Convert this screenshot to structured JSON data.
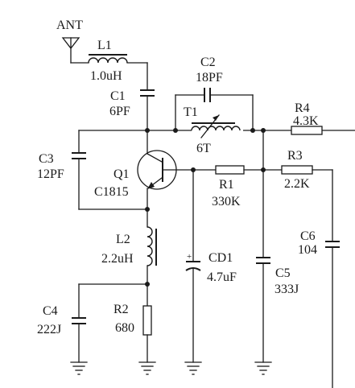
{
  "diagram": {
    "antenna": {
      "name": "ANT"
    },
    "L1": {
      "ref": "L1",
      "value": "1.0uH"
    },
    "C1": {
      "ref": "C1",
      "value": "6PF"
    },
    "C2": {
      "ref": "C2",
      "value": "18PF"
    },
    "T1": {
      "ref": "T1",
      "value": "6T"
    },
    "R4": {
      "ref": "R4",
      "value": "4.3K"
    },
    "R3": {
      "ref": "R3",
      "value": "2.2K"
    },
    "R1": {
      "ref": "R1",
      "value": "330K"
    },
    "C3": {
      "ref": "C3",
      "value": "12PF"
    },
    "Q1": {
      "ref": "Q1",
      "value": "C1815"
    },
    "L2": {
      "ref": "L2",
      "value": "2.2uH"
    },
    "CD1": {
      "ref": "CD1",
      "value": "4.7uF",
      "polarity": "+"
    },
    "C5": {
      "ref": "C5",
      "value": "333J"
    },
    "C6": {
      "ref": "C6",
      "value": "104"
    },
    "C4": {
      "ref": "C4",
      "value": "222J"
    },
    "R2": {
      "ref": "R2",
      "value": "680"
    }
  }
}
